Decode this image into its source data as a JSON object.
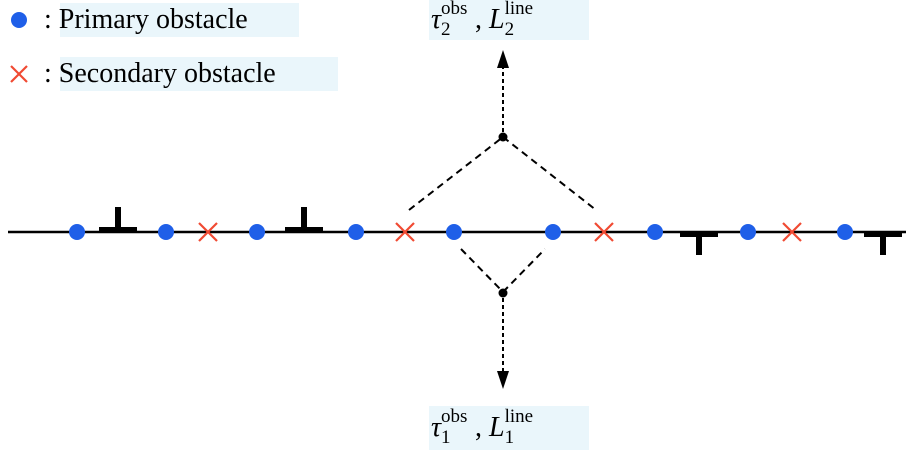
{
  "legend": {
    "primary_label": ": Primary obstacle",
    "secondary_label": ": Secondary obstacle",
    "primary_color": "#1f5fe8",
    "secondary_color": "#f04a33"
  },
  "labels": {
    "top": {
      "tau": "τ",
      "tau_sup": "obs",
      "tau_sub": "2",
      "sep": ",",
      "L": "L",
      "L_sup": "line",
      "L_sub": "2"
    },
    "bottom": {
      "tau": "τ",
      "tau_sup": "obs",
      "tau_sub": "1",
      "sep": ",",
      "L": "L",
      "L_sup": "line",
      "L_sub": "1"
    }
  },
  "colors": {
    "line": "#000000",
    "label_background": "#eaf6fb"
  }
}
